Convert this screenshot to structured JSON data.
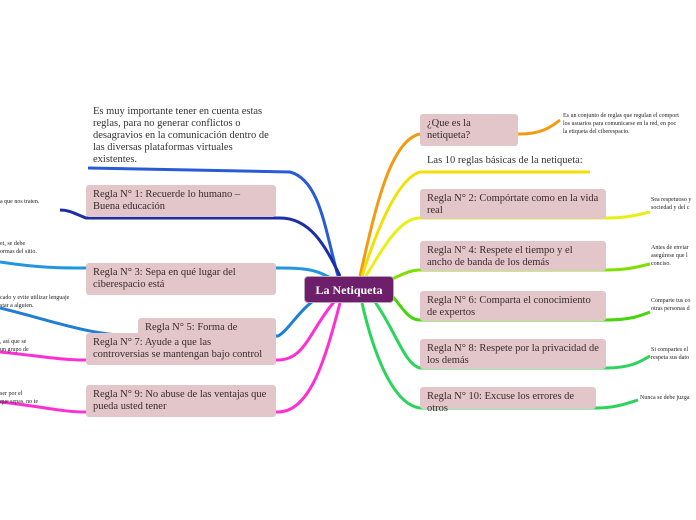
{
  "map": {
    "center": "La Netiqueta",
    "intro": "Es muy importante tener en cuenta estas reglas, para no generar conflictos o desagravios en la comunicación dentro de las diversas plataformas virtuales existentes.",
    "subtitle": "Las 10 reglas básicas de la netiqueta:",
    "question": "¿Que es la netiqueta?",
    "question_note": [
      "Es un conjunto de reglas que regulan el comport",
      "los usuarios para comunicarse en la red, en poc",
      "la etiqueta del ciberespacio."
    ],
    "left": [
      {
        "label": "Regla N° 1: Recuerde lo humano – Buena educación",
        "note": [
          "a que nos traten."
        ]
      },
      {
        "label": "Regla N° 3: Sepa en qué lugar del ciberespacio está",
        "note": [
          "et, se debe",
          "ormas del sitio."
        ]
      },
      {
        "label": "Regla N° 5: Forma de escritura",
        "note": [
          "cado y evite utilizar lenguaje",
          "star a alguien."
        ]
      },
      {
        "label": "Regla N° 7: Ayude a que las controversias se mantengan bajo control",
        "note": [
          ", así que se",
          "un grupo de"
        ]
      },
      {
        "label": "Regla N° 9: No abuse de las ventajas que pueda usted tener",
        "note": [
          "ser por el",
          "que sepas, no te"
        ]
      }
    ],
    "right": [
      {
        "label": "Regla N° 2: Compórtate como en la vida real",
        "note": [
          "Sea respetuoso y",
          "sociedad y del c"
        ]
      },
      {
        "label": "Regla N° 4: Respete el tiempo y el ancho de banda de los demás",
        "note": [
          "Antes de enviar",
          "asegúrese que l",
          "conciso."
        ]
      },
      {
        "label": "Regla N° 6: Comparta el conocimiento de expertos",
        "note": [
          "Comparte tus co",
          "otras personas d"
        ]
      },
      {
        "label": "Regla N° 8: Respete por la privacidad de los demás",
        "note": [
          "Si compartes el",
          "respeta sus dato"
        ]
      },
      {
        "label": "Regla N° 10: Excuse los errores de otros",
        "note": [
          "Nunca se debe juzga"
        ]
      }
    ]
  },
  "colors": {
    "center_bg": "#6d1f6c",
    "node_bg": "#e2c6c9",
    "branches": [
      "#2a5bd7",
      "#1a2ea8",
      "#2196e0",
      "#1e7fd4",
      "#ff2fd4",
      "#ff2fd4",
      "#f39a12",
      "#f2e000",
      "#e8ef14",
      "#7fe000",
      "#44d60a",
      "#2bd45a"
    ]
  }
}
